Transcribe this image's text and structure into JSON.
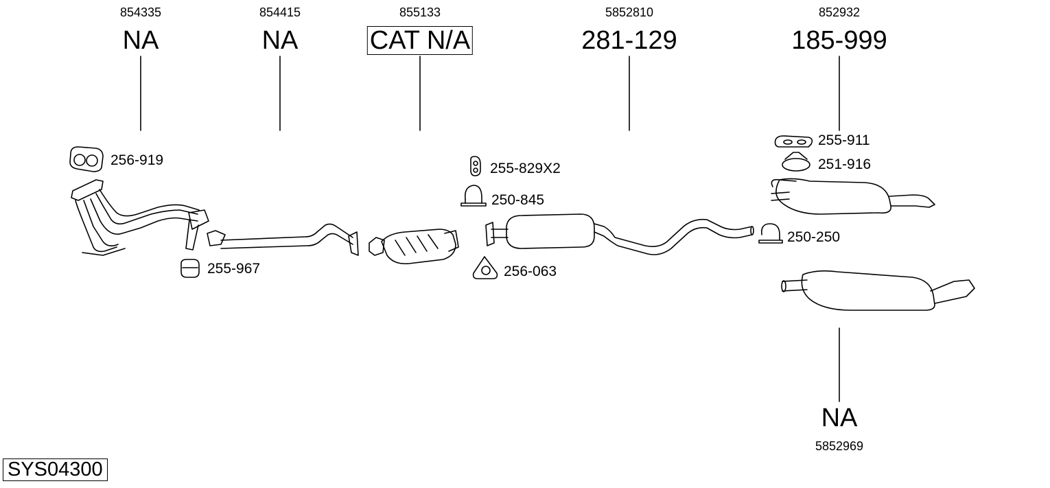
{
  "top_parts": [
    {
      "ref": "854335",
      "code": "NA"
    },
    {
      "ref": "854415",
      "code": "NA"
    },
    {
      "ref": "855133",
      "code": "CAT N/A"
    },
    {
      "ref": "5852810",
      "code": "281-129"
    },
    {
      "ref": "852932",
      "code": "185-999"
    }
  ],
  "bottom_part": {
    "ref": "5852969",
    "code": "NA"
  },
  "small_parts": [
    "256-919",
    "255-967",
    "255-829X2",
    "250-845",
    "256-063",
    "255-911",
    "251-916",
    "250-250"
  ],
  "system_code": "SYS04300"
}
